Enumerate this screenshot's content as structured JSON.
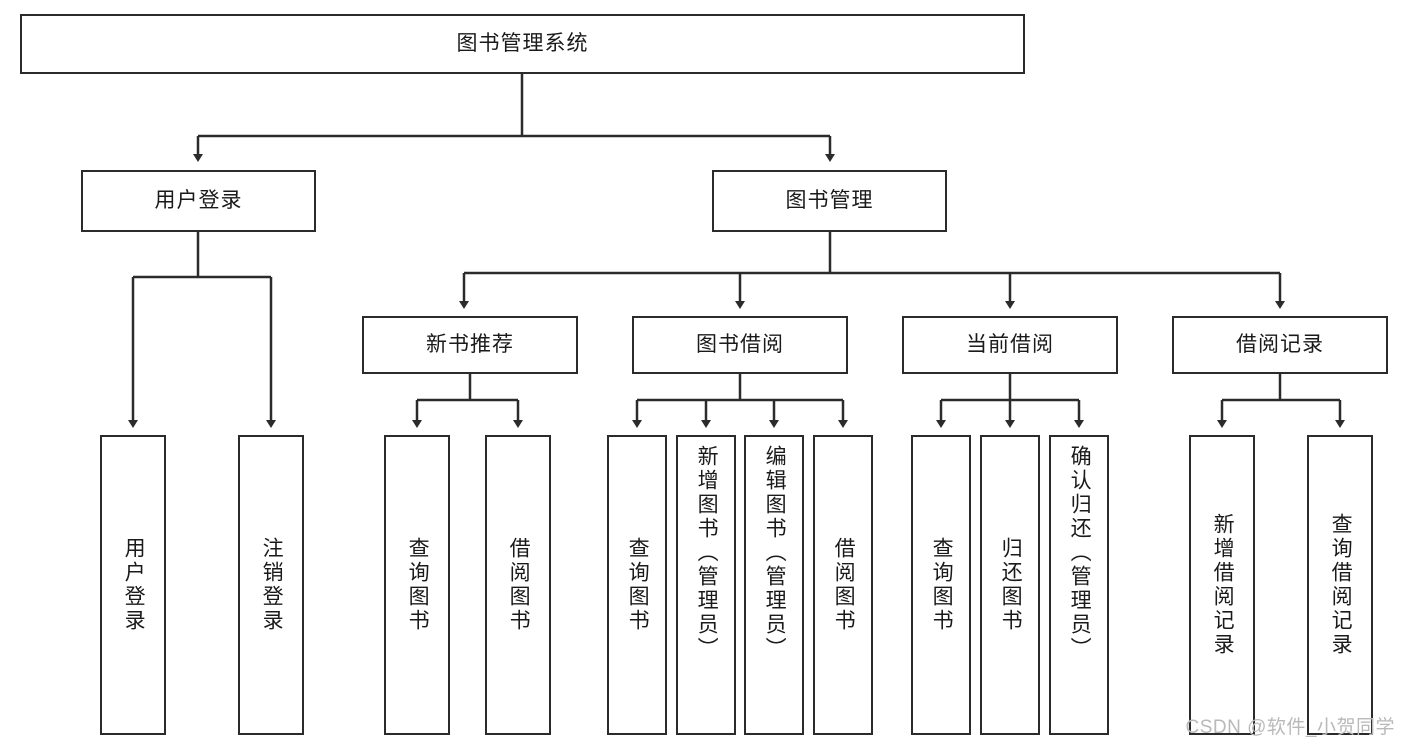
{
  "diagram": {
    "title": "图书管理系统",
    "watermark": "CSDN @软件_小贺同学",
    "colors": {
      "stroke": "#2b2b2b",
      "fill": "#ffffff",
      "text": "#1a1a1a",
      "watermark": "#b9b9b9"
    },
    "nodes": {
      "root": "图书管理系统",
      "user_login": "用户登录",
      "book_manage": "图书管理",
      "new_book_rec": "新书推荐",
      "book_borrow": "图书借阅",
      "current_borrow": "当前借阅",
      "borrow_record": "借阅记录",
      "login_do": "用户登录",
      "logout_do": "注销登录",
      "rec_query_book": "查询图书",
      "rec_borrow_book": "借阅图书",
      "borrow_query_book": "查询图书",
      "borrow_add_book": "新增图书（管理员）",
      "borrow_edit_book": "编辑图书（管理员）",
      "borrow_borrow_book": "借阅图书",
      "cur_query_book": "查询图书",
      "cur_return_book": "归还图书",
      "cur_confirm_return": "确认归还（管理员）",
      "rec_add_record": "新增借阅记录",
      "rec_query_record": "查询借阅记录"
    }
  }
}
